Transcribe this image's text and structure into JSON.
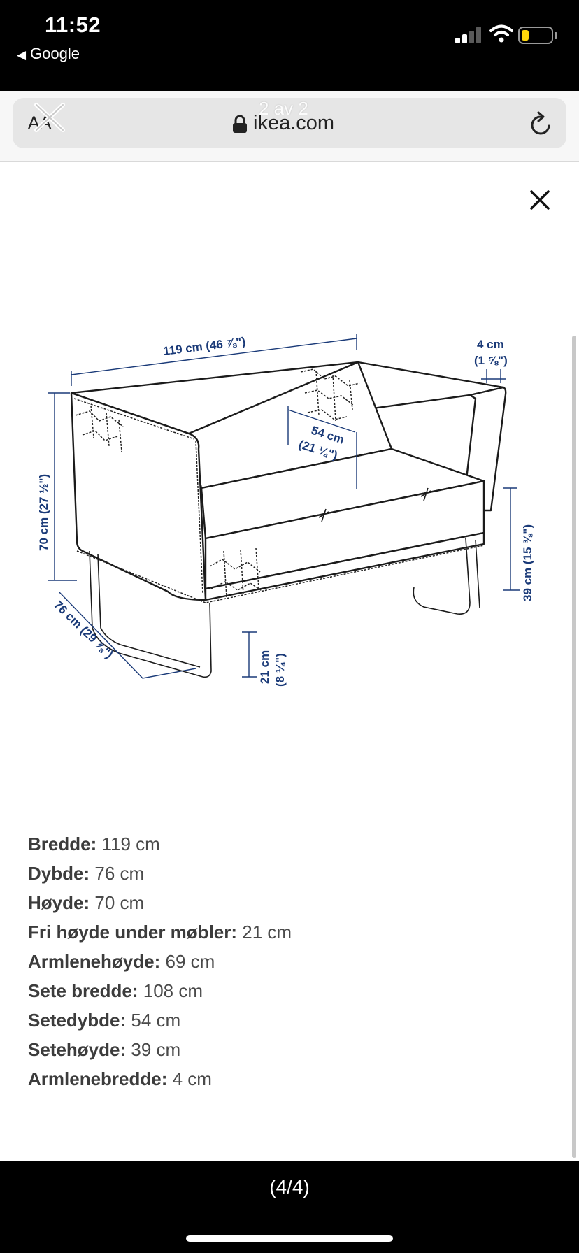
{
  "status_bar": {
    "time": "11:52",
    "back_app": "Google"
  },
  "browser": {
    "text_size_button": "AA",
    "ghost_title": "2 av 2",
    "url": "ikea.com"
  },
  "diagram": {
    "labels": {
      "width_total": "119 cm (46 ⅞\")",
      "arm_width_cm": "4 cm",
      "arm_width_in": "(1 ⅝\")",
      "seat_depth_cm": "54 cm",
      "seat_depth_in": "(21 ¼\")",
      "height_total": "70 cm (27 ½\")",
      "seat_height": "39 cm (15 ⅜\")",
      "depth_total": "76 cm (29 ⅞\")",
      "clearance_cm": "21 cm",
      "clearance_in": "(8 ¼\")"
    }
  },
  "specs": [
    {
      "label": "Bredde:",
      "value": "119 cm"
    },
    {
      "label": "Dybde:",
      "value": "76 cm"
    },
    {
      "label": "Høyde:",
      "value": "70 cm"
    },
    {
      "label": "Fri høyde under møbler:",
      "value": "21 cm"
    },
    {
      "label": "Armlenehøyde:",
      "value": "69 cm"
    },
    {
      "label": "Sete bredde:",
      "value": "108 cm"
    },
    {
      "label": "Setedybde:",
      "value": "54 cm"
    },
    {
      "label": "Setehøyde:",
      "value": "39 cm"
    },
    {
      "label": "Armlenebredde:",
      "value": "4 cm"
    }
  ],
  "footer": {
    "page_count": "(4/4)"
  },
  "colors": {
    "dimension_ink": "#1a3a78",
    "battery": "#ffd60a"
  }
}
